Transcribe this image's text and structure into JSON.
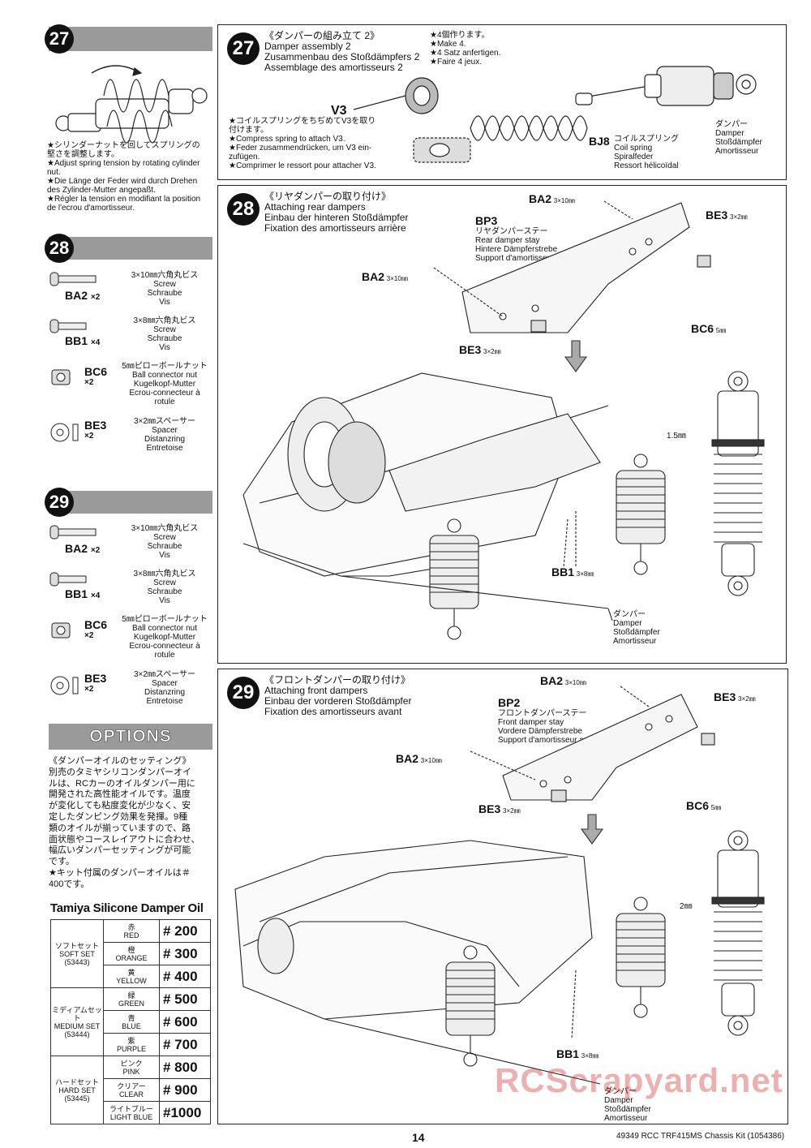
{
  "left": {
    "step27": {
      "num": "27",
      "instructions": [
        "★シリンダーナットを回してスプリングの",
        "堅さを調整します。",
        "★Adjust spring tension by rotating cylinder",
        "nut.",
        "★Die Länge der Feder wird durch Drehen",
        "des Zylinder-Mutter angepaßt.",
        "★Régler la tension en modifiant la position",
        "de l'ecrou d'amortisseur."
      ]
    },
    "step28": {
      "num": "28",
      "parts": [
        {
          "code": "BA2",
          "qty": "×2",
          "desc": [
            "3×10㎜六角丸ビス",
            "Screw",
            "Schraube",
            "Vis"
          ]
        },
        {
          "code": "BB1",
          "qty": "×4",
          "desc": [
            "3×8㎜六角丸ビス",
            "Screw",
            "Schraube",
            "Vis"
          ]
        },
        {
          "code": "BC6",
          "qty": "×2",
          "desc": [
            "5㎜ピローボールナット",
            "Ball connector nut",
            "Kugelkopf-Mutter",
            "Ecrou-connecteur à",
            "rotule"
          ]
        },
        {
          "code": "BE3",
          "qty": "×2",
          "desc": [
            "3×2㎜スペーサー",
            "Spacer",
            "Distanzring",
            "Entretoise"
          ]
        }
      ]
    },
    "step29": {
      "num": "29",
      "parts": [
        {
          "code": "BA2",
          "qty": "×2",
          "desc": [
            "3×10㎜六角丸ビス",
            "Screw",
            "Schraube",
            "Vis"
          ]
        },
        {
          "code": "BB1",
          "qty": "×4",
          "desc": [
            "3×8㎜六角丸ビス",
            "Screw",
            "Schraube",
            "Vis"
          ]
        },
        {
          "code": "BC6",
          "qty": "×2",
          "desc": [
            "5㎜ピローボールナット",
            "Ball connector nut",
            "Kugelkopf-Mutter",
            "Ecrou-connecteur à",
            "rotule"
          ]
        },
        {
          "code": "BE3",
          "qty": "×2",
          "desc": [
            "3×2㎜スペーサー",
            "Spacer",
            "Distanzring",
            "Entretoise"
          ]
        }
      ]
    },
    "options": {
      "title": "OPTIONS",
      "text": [
        "《ダンパーオイルのセッティング》",
        "別売のタミヤシリコンダンパーオイ",
        "ルは、RCカーのオイルダンパー用に",
        "開発された高性能オイルです。温度",
        "が変化しても粘度変化が少なく、安",
        "定したダンピング効果を発揮。9種",
        "類のオイルが揃っていますので、路",
        "面状態やコースレイアウトに合わせ、",
        "幅広いダンパーセッティングが可能",
        "です。",
        "★キット付属のダンパーオイルは＃",
        "400です。"
      ],
      "table_title": "Tamiya Silicone Damper Oil",
      "sets": [
        {
          "jp": "ソフトセット",
          "en": "SOFT SET",
          "code": "(53443)"
        },
        {
          "jp": "ミディアムセット",
          "en": "MEDIUM SET",
          "code": "(53444)"
        },
        {
          "jp": "ハードセット",
          "en": "HARD SET",
          "code": "(53445)"
        }
      ],
      "oils": [
        {
          "jp": "赤",
          "en": "RED",
          "num": "# 200"
        },
        {
          "jp": "橙",
          "en": "ORANGE",
          "num": "# 300"
        },
        {
          "jp": "黄",
          "en": "YELLOW",
          "num": "# 400"
        },
        {
          "jp": "緑",
          "en": "GREEN",
          "num": "# 500"
        },
        {
          "jp": "青",
          "en": "BLUE",
          "num": "# 600"
        },
        {
          "jp": "紫",
          "en": "PURPLE",
          "num": "# 700"
        },
        {
          "jp": "ピンク",
          "en": "PINK",
          "num": "# 800"
        },
        {
          "jp": "クリアー",
          "en": "CLEAR",
          "num": "# 900"
        },
        {
          "jp": "ライトブルー",
          "en": "LIGHT BLUE",
          "num": "#1000"
        }
      ]
    }
  },
  "box27": {
    "num": "27",
    "title": [
      "《ダンパーの組み立て 2》",
      "Damper assembly 2",
      "Zusammenbau des Stoßdämpfers 2",
      "Assemblage des amortisseurs 2"
    ],
    "make": [
      "★4個作ります。",
      "★Make 4.",
      "★4 Satz anfertigen.",
      "★Faire 4 jeux."
    ],
    "v3": "V3",
    "compress": [
      "★コイルスプリングをちぢめてV3を取り",
      "付けます。",
      "★Compress spring to attach V3.",
      "★Feder zusammendrücken, um V3 ein-",
      "zufügen.",
      "★Comprimer le ressort pour attacher V3."
    ],
    "bj8": "BJ8",
    "spring": [
      "コイルスプリング",
      "Coil spring",
      "Spiralfeder",
      "Ressort hélicoïdal"
    ],
    "damper": [
      "ダンパー",
      "Damper",
      "Stoßdämpfer",
      "Amortisseur"
    ]
  },
  "box28": {
    "num": "28",
    "title": [
      "《リヤダンパーの取り付け》",
      "Attaching rear dampers",
      "Einbau der hinteren Stoßdämpfer",
      "Fixation des amortisseurs arrière"
    ],
    "stay_code": "BP3",
    "stay": [
      "リヤダンパーステー",
      "Rear damper stay",
      "Hintere Dämpferstrebe",
      "Support d'amortisseur arrière"
    ],
    "ba2": "BA2",
    "ba2_size": "3×10㎜",
    "be3": "BE3",
    "be3_size": "3×2㎜",
    "bc6": "BC6",
    "bc6_size": "5㎜",
    "bb1": "BB1",
    "bb1_size": "3×8㎜",
    "gap": "1.5㎜",
    "damper": [
      "ダンパー",
      "Damper",
      "Stoßdämpfer",
      "Amortisseur"
    ]
  },
  "box29": {
    "num": "29",
    "title": [
      "《フロントダンパーの取り付け》",
      "Attaching front dampers",
      "Einbau der vorderen Stoßdämpfer",
      "Fixation des amortisseurs avant"
    ],
    "stay_code": "BP2",
    "stay": [
      "フロントダンパーステー",
      "Front damper stay",
      "Vordere Dämpferstrebe",
      "Support d'amortisseur avant"
    ],
    "ba2": "BA2",
    "ba2_size": "3×10㎜",
    "be3": "BE3",
    "be3_size": "3×2㎜",
    "bc6": "BC6",
    "bc6_size": "5㎜",
    "bb1": "BB1",
    "bb1_size": "3×8㎜",
    "gap": "2㎜",
    "damper": [
      "ダンパー",
      "Damper",
      "Stoßdämpfer",
      "Amortisseur"
    ]
  },
  "footer": {
    "page": "14",
    "model": "49349  RCC TRF415MS Chassis Kit (1054386)"
  },
  "watermark": "RCScrapyard.net"
}
